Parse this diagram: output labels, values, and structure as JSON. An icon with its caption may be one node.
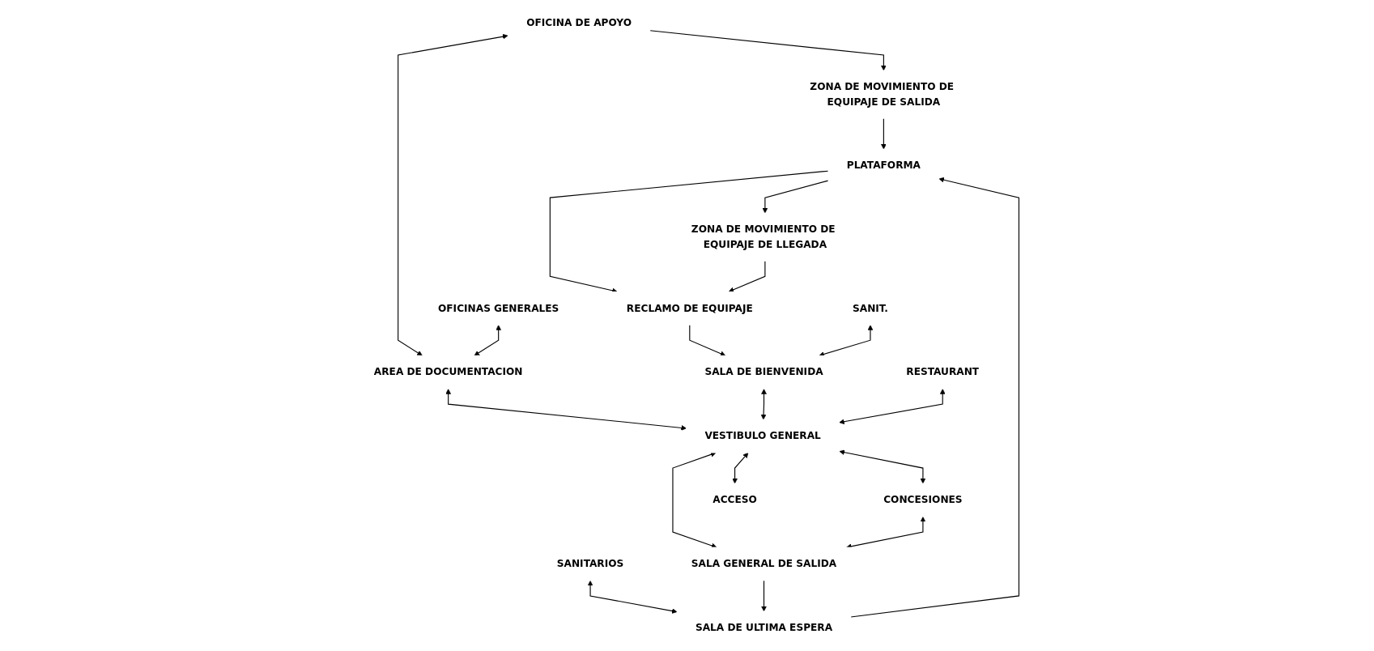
{
  "diagram": {
    "nodes": [
      {
        "text": [
          "PLATAFORMA"
        ]
      },
      {
        "text": [
          "ZONA DE MOVIMIENTO DE EQUIPAJE DE LLEGADA"
        ]
      },
      {
        "text": [
          "ZONA DE MOVIMIENTO DE EQUIPAJE DE SALIDA"
        ]
      },
      {
        "text": [
          "SANITARIOS"
        ]
      },
      {
        "text": [
          "RECLAMO DE EQUIPAJE"
        ]
      },
      {
        "text": [
          "OFICINA DE APOYO"
        ]
      },
      {
        "text": [
          "SALA DE ULTIMA ESPERA"
        ]
      },
      {
        "text": [
          "OFICINAS GENERALES"
        ]
      },
      {
        "text": [
          "AREA DE DOCUMENTACION"
        ]
      },
      {
        "text": [
          "SANIT."
        ]
      },
      {
        "text": [
          "SALA DE BIENVENIDA"
        ]
      },
      {
        "text": [
          "VESTIBULO GENERAL"
        ]
      },
      {
        "text": [
          "SALA GENERAL DE SALIDA"
        ]
      },
      {
        "text": [
          "RESTAURANT"
        ]
      },
      {
        "text": [
          "CONCESIONES"
        ]
      },
      {
        "text": [
          "ACCESO"
        ]
      }
    ],
    "edges": [
      {
        "from": 0,
        "to": 1,
        "arrow": "to"
      },
      {
        "from": 0,
        "to": 4,
        "arrow": "to"
      },
      {
        "from": 2,
        "to": 0,
        "arrow": "to"
      },
      {
        "from": 6,
        "to": 0,
        "arrow": "to"
      },
      {
        "from": 1,
        "to": 4,
        "arrow": "to"
      },
      {
        "from": 4,
        "to": 10,
        "arrow": "to"
      },
      {
        "from": 5,
        "to": 2,
        "arrow": "to"
      },
      {
        "from": 5,
        "to": 8,
        "arrow": "both"
      },
      {
        "from": 7,
        "to": 8,
        "arrow": "both"
      },
      {
        "from": 8,
        "to": 11,
        "arrow": "both"
      },
      {
        "from": 3,
        "to": 6,
        "arrow": "both"
      },
      {
        "from": 12,
        "to": 6,
        "arrow": "to"
      },
      {
        "from": 9,
        "to": 10,
        "arrow": "both"
      },
      {
        "from": 10,
        "to": 11,
        "arrow": "both"
      },
      {
        "from": 11,
        "to": 12,
        "arrow": "both"
      },
      {
        "from": 13,
        "to": 11,
        "arrow": "both"
      },
      {
        "from": 11,
        "to": 15,
        "arrow": "both"
      },
      {
        "from": 11,
        "to": 14,
        "arrow": "both"
      },
      {
        "from": 14,
        "to": 12,
        "arrow": "both"
      }
    ]
  }
}
